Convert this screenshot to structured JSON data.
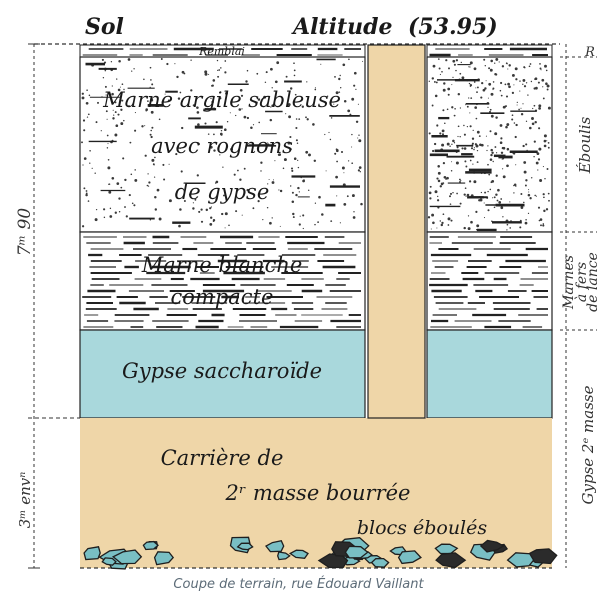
{
  "header": {
    "sol": "Sol",
    "altitude": "Altitude",
    "altitude_value": "(53.95)"
  },
  "layers": {
    "remblai": "Remblai",
    "marne_argile": [
      "Marne argile sableuse",
      "avec rognons",
      "de gypse"
    ],
    "marne_blanche": [
      "Marne blanche",
      "compacte"
    ],
    "gypse": "Gypse saccharoïde",
    "carriere": [
      "Carrière de",
      "2ʳ masse bourrée",
      "blocs éboulés"
    ]
  },
  "right_labels": {
    "r": "R",
    "eboulis": "Éboulis",
    "marnes": [
      "Marnes",
      "à fers",
      "de lance"
    ],
    "gypse_masse": "Gypse 2ᵉ masse"
  },
  "dimensions": {
    "upper": "7ᵐ 90",
    "lower": "3ᵐ envⁿ"
  },
  "colors": {
    "gypse": "#a9d8dc",
    "carriere": "#efd6a8",
    "shaft": "#efd6a8",
    "speckle": "#3a3a3a",
    "rock": "#79bfc4"
  },
  "caption": "Coupe de terrain, rue Édouard Vaillant"
}
